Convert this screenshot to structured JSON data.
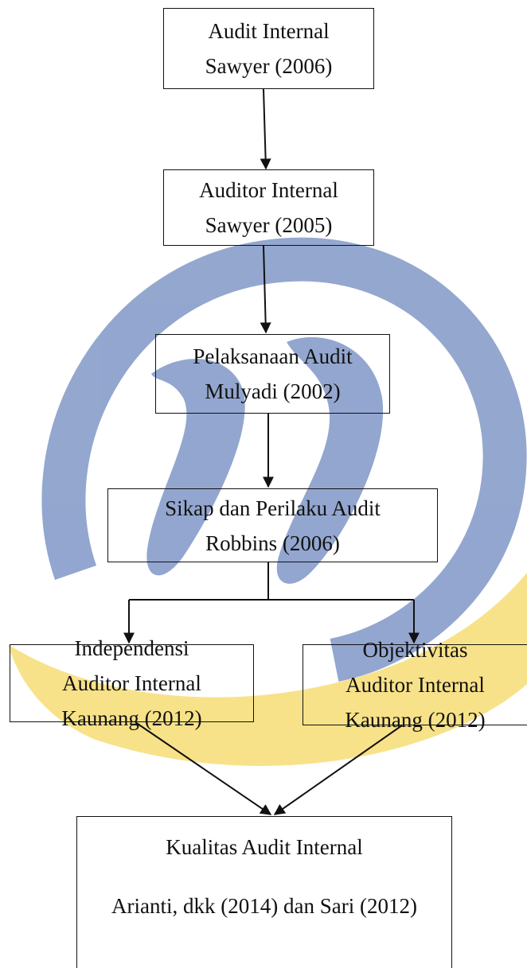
{
  "colors": {
    "watermark_blue": "#3c5fa8",
    "watermark_yellow": "#f3cc2a",
    "line": "#111111"
  },
  "nodes": {
    "audit_internal": {
      "line1": "Audit Internal",
      "line2": "Sawyer (2006)"
    },
    "auditor_internal": {
      "line1": "Auditor Internal",
      "line2": "Sawyer (2005)"
    },
    "pelaksanaan_audit": {
      "line1": "Pelaksanaan Audit",
      "line2": "Mulyadi (2002)"
    },
    "sikap_perilaku": {
      "line1": "Sikap dan Perilaku Audit",
      "line2": "Robbins (2006)"
    },
    "independensi": {
      "line1": "Independensi",
      "line2": "Auditor Internal",
      "line3": "Kaunang (2012)"
    },
    "objektivitas": {
      "line1": "Objektivitas",
      "line2": "Auditor Internal",
      "line3": "Kaunang (2012)"
    },
    "kualitas_audit": {
      "line1": "Kualitas Audit Internal",
      "line2": "Arianti, dkk (2014) dan Sari (2012)"
    }
  }
}
